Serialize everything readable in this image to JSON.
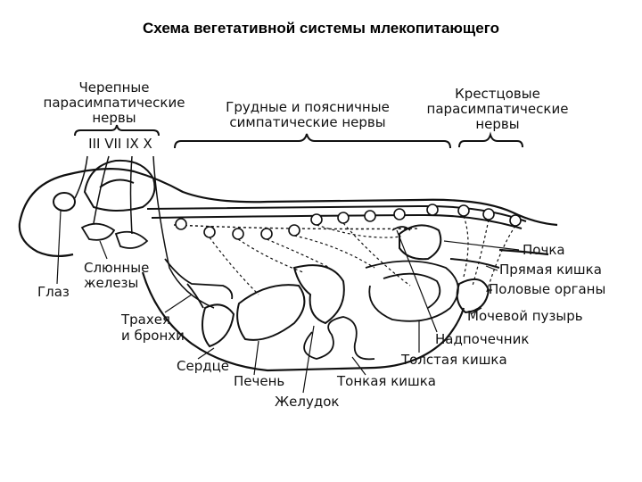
{
  "title": "Схема вегетативной системы млекопитающего",
  "labels": {
    "cranial_1": "Черепные",
    "cranial_2": "парасимпатические",
    "cranial_3": "нервы",
    "cranial_nerves": "III VII IX X",
    "thoracic_1": "Грудные и поясничные",
    "thoracic_2": "симпатические нервы",
    "sacral_1": "Крестцовые",
    "sacral_2": "парасимпатические",
    "sacral_3": "нервы",
    "kidney": "Почка",
    "rectum": "Прямая кишка",
    "genitals": "Половые органы",
    "bladder": "Мочевой пузырь",
    "adrenal": "Надпочечник",
    "colon": "Толстая кишка",
    "small_intestine": "Тонкая кишка",
    "stomach": "Желудок",
    "liver": "Печень",
    "heart": "Сердце",
    "trachea_1": "Трахея",
    "trachea_2": "и бронхи",
    "eye": "Глаз",
    "salivary_1": "Слюнные",
    "salivary_2": "железы"
  }
}
